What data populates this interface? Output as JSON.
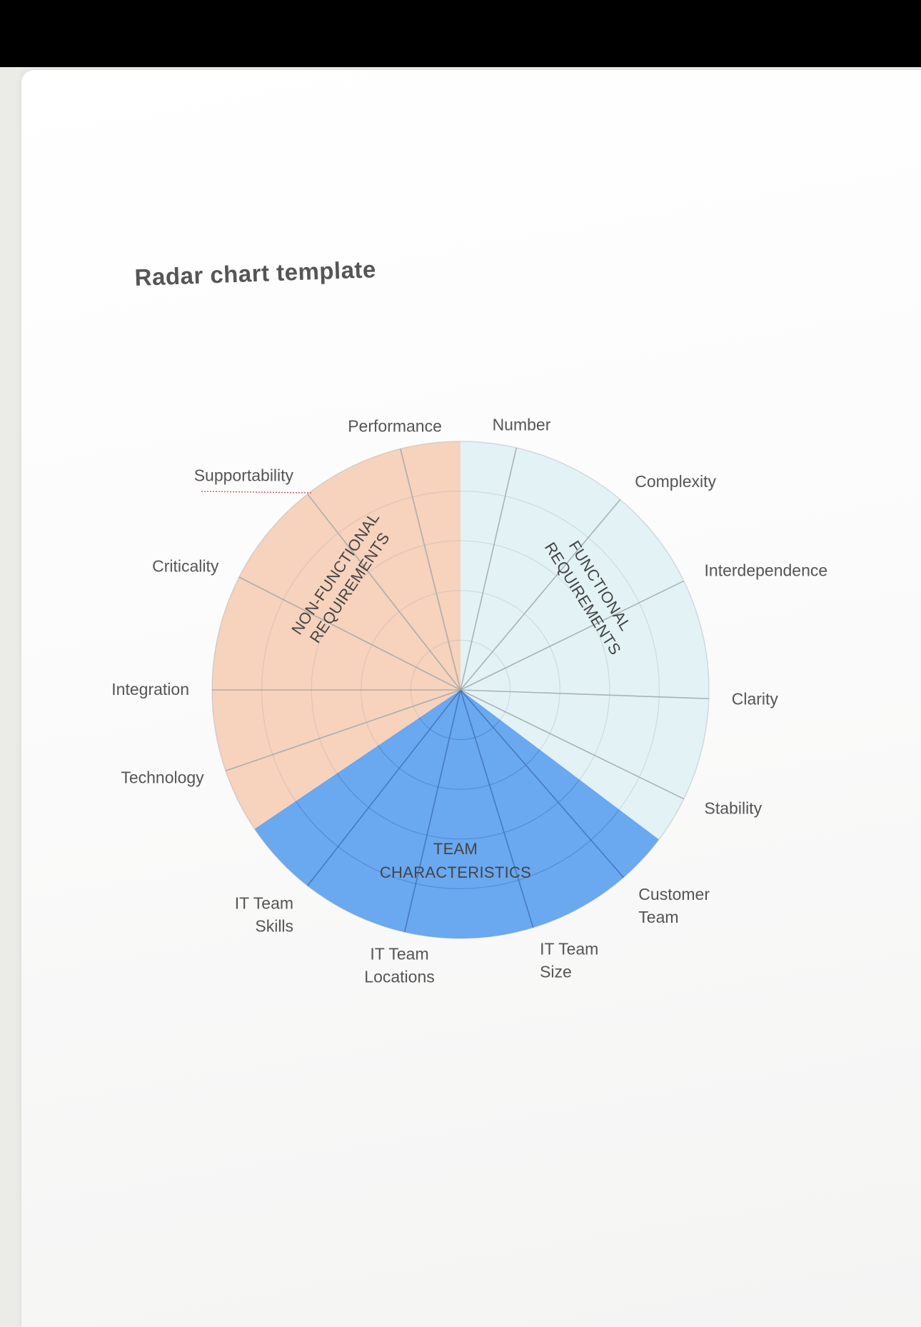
{
  "title": "Radar chart template",
  "sections": {
    "non_functional": {
      "line1": "NON-FUNCTIONAL",
      "line2": "REQUIREMENTS",
      "color": "#f7d2bd"
    },
    "functional": {
      "line1": "FUNCTIONAL",
      "line2": "REQUIREMENTS",
      "color": "#e2f2f5"
    },
    "team": {
      "line1": "TEAM",
      "line2": "CHARACTERISTICS",
      "color": "#6aa8f0"
    }
  },
  "axes": [
    {
      "label": "Number"
    },
    {
      "label": "Complexity"
    },
    {
      "label": "Interdependence"
    },
    {
      "label": "Clarity"
    },
    {
      "label": "Stability"
    },
    {
      "label": "Customer",
      "label2": "Team"
    },
    {
      "label": "IT Team",
      "label2": "Size"
    },
    {
      "label": "IT Team",
      "label2": "Locations"
    },
    {
      "label": "IT Team",
      "label2": "Skills"
    },
    {
      "label": "Technology"
    },
    {
      "label": "Integration"
    },
    {
      "label": "Criticality"
    },
    {
      "label": "Supportability"
    },
    {
      "label": "Performance"
    }
  ],
  "colors": {
    "grid_line": "#9aa4a8",
    "team_grid_line": "#3d6fae",
    "label_text": "#555555"
  }
}
